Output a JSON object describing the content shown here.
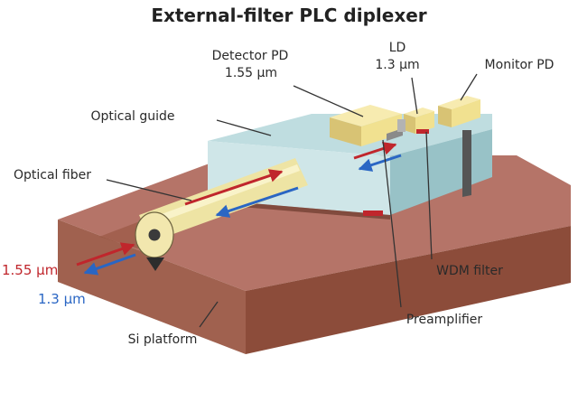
{
  "title": "External-filter PLC diplexer",
  "labels": {
    "detector_pd": "Detector PD",
    "detector_wavelength": "1.55 µm",
    "ld": "LD",
    "ld_wavelength": "1.3 µm",
    "monitor_pd": "Monitor PD",
    "optical_guide": "Optical guide",
    "optical_fiber": "Optical fiber",
    "wavelength_red": "1.55 µm",
    "wavelength_blue": "1.3 µm",
    "wdm_filter": "WDM filter",
    "preamplifier": "Preamplifier",
    "si_platform": "Si platform"
  },
  "colors": {
    "signal_1550nm": "#c0262c",
    "signal_1300nm": "#2a66c4",
    "si_platform": "#b57468",
    "optical_guide": "#bfdde0",
    "fiber": "#eee4a4",
    "chips": "#f1e190"
  }
}
